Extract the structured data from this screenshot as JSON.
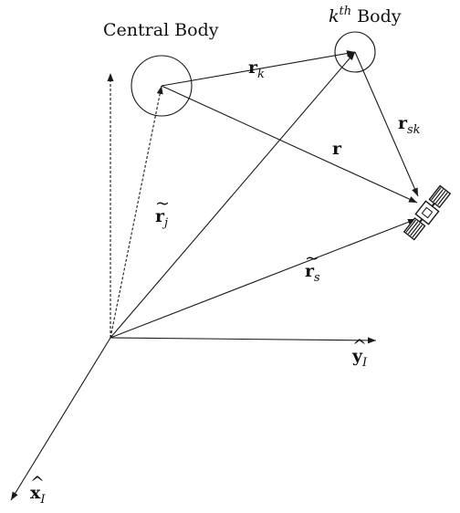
{
  "labels": {
    "central_body": "Central Body",
    "kth_body": {
      "base": "k",
      "sup": "th",
      "suffix": " Body"
    },
    "r_k": {
      "hat": "",
      "base": "r",
      "sub": "k"
    },
    "r_sk": {
      "hat": "",
      "base": "r",
      "sub": "sk"
    },
    "r": {
      "hat": "",
      "base": "r",
      "sub": ""
    },
    "r_j": {
      "hat": "~",
      "base": "r",
      "sub": "j"
    },
    "r_s": {
      "hat": "~",
      "base": "r",
      "sub": "s"
    },
    "y_axis": {
      "hat": "^",
      "base": "y",
      "sub": "I"
    },
    "x_axis": {
      "hat": "^",
      "base": "x",
      "sub": "I"
    }
  },
  "colors": {
    "ink": "#1a1a1a",
    "background": "#ffffff"
  }
}
